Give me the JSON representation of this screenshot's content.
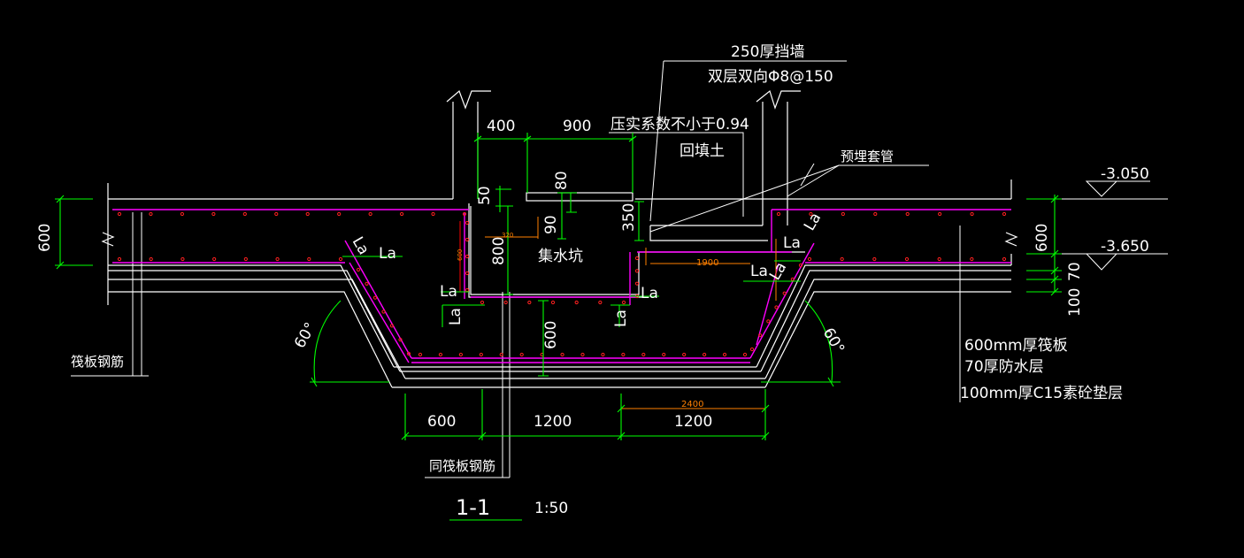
{
  "labels": {
    "wall_thick": "250厚挡墙",
    "wall_rebar": "双层双向Φ8@150",
    "compaction": "压实系数不小于0.94",
    "backfill": "回填土",
    "sleeve": "预埋套管",
    "pit": "集水坑",
    "raft_rebar": "筏板钢筋",
    "same_rebar": "同筏板钢筋",
    "spec_raft": "600mm厚筏板",
    "spec_waterproof": "70厚防水层",
    "spec_cushion": "100mm厚C15素砼垫层",
    "section": "1-1",
    "scale": "1:50",
    "la": "La"
  },
  "elevations": {
    "top": "-3.050",
    "bottom": "-3.650"
  },
  "dims": {
    "d400": "400",
    "d900": "900",
    "d50": "50",
    "d80": "80",
    "d90": "90",
    "d800": "800",
    "d600_left": "600",
    "d600_mid": "600",
    "d600_right": "600",
    "d350": "350",
    "d1900": "1900",
    "d70": "70",
    "d100": "100",
    "d600_bottom": "600",
    "d1200_a": "1200",
    "d1200_b": "1200",
    "d2400": "2400",
    "d320": "320",
    "d600_small": "600"
  },
  "angles": {
    "left": "60°",
    "right": "60°"
  },
  "colors": {
    "background": "#000000",
    "outline": "#ffffff",
    "dimension": "#00ff00",
    "rebar": "#ff00ff",
    "rebar_dot": "#ff2020",
    "orange_dim": "#ff8000"
  }
}
